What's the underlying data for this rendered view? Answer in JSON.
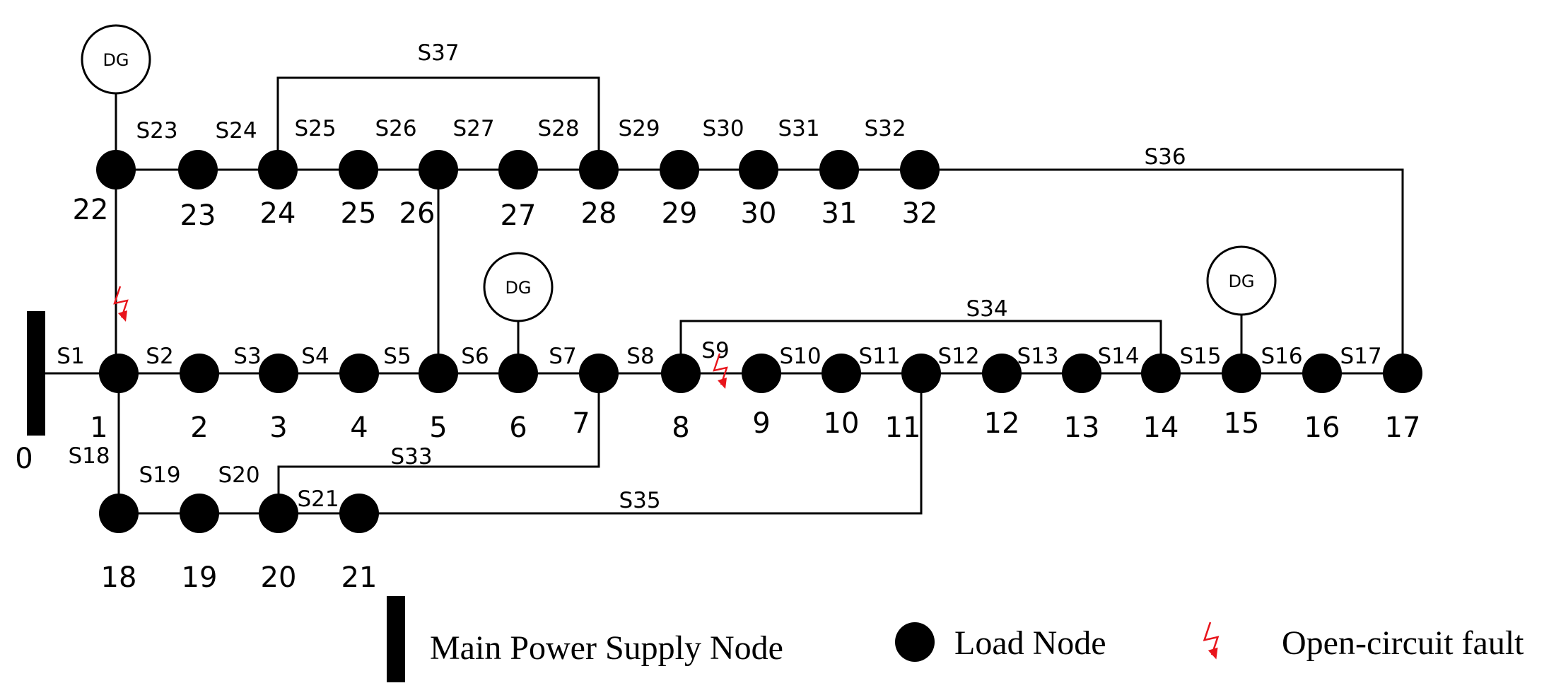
{
  "diagram": {
    "dg_label": "DG",
    "source_node": "0",
    "nodes": [
      "1",
      "2",
      "3",
      "4",
      "5",
      "6",
      "7",
      "8",
      "9",
      "10",
      "11",
      "12",
      "13",
      "14",
      "15",
      "16",
      "17",
      "18",
      "19",
      "20",
      "21",
      "22",
      "23",
      "24",
      "25",
      "26",
      "27",
      "28",
      "29",
      "30",
      "31",
      "32"
    ],
    "switches": [
      "S1",
      "S2",
      "S3",
      "S4",
      "S5",
      "S6",
      "S7",
      "S8",
      "S9",
      "S10",
      "S11",
      "S12",
      "S13",
      "S14",
      "S15",
      "S16",
      "S17",
      "S18",
      "S19",
      "S20",
      "S21",
      "S23",
      "S24",
      "S25",
      "S26",
      "S27",
      "S28",
      "S29",
      "S30",
      "S31",
      "S32",
      "S33",
      "S34",
      "S35",
      "S36",
      "S37"
    ],
    "dg_at_nodes": [
      "22",
      "6",
      "15"
    ],
    "fault_on_switches": [
      "S9"
    ],
    "fault_marks": 2
  },
  "legend": {
    "main_supply": "Main Power Supply Node",
    "load_node": "Load Node",
    "fault": "Open-circuit fault"
  },
  "colors": {
    "line": "#000000",
    "node": "#000000",
    "fault": "#e8141b"
  }
}
